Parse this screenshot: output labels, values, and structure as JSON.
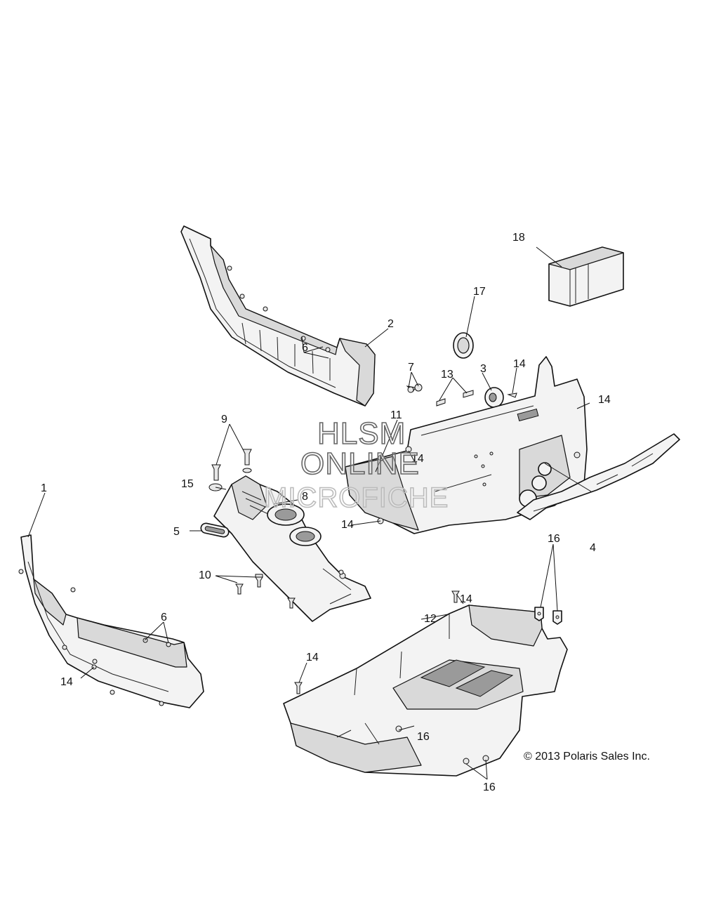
{
  "watermark": {
    "line1": "HLSM",
    "line2": "ONLINE",
    "line3": "MICROFICHE"
  },
  "copyright": "© 2013 Polaris Sales Inc.",
  "callouts": {
    "c1": "1",
    "c2": "2",
    "c3": "3",
    "c4": "4",
    "c5": "5",
    "c6a": "6",
    "c6b": "6",
    "c7": "7",
    "c8": "8",
    "c9": "9",
    "c10": "10",
    "c11": "11",
    "c12": "12",
    "c13": "13",
    "c14a": "14",
    "c14b": "14",
    "c14c": "14",
    "c14d": "14",
    "c14e": "14",
    "c14f": "14",
    "c14g": "14",
    "c15": "15",
    "c16a": "16",
    "c16b": "16",
    "c16c": "16",
    "c17": "17",
    "c18": "18"
  }
}
